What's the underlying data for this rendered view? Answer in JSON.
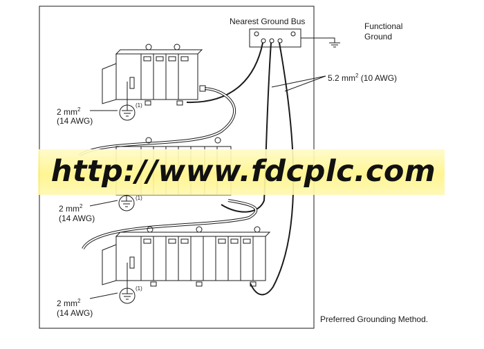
{
  "labels": {
    "ground_bus": "Nearest Ground Bus",
    "functional_line1": "Functional",
    "functional_line2": "Ground",
    "wire_main_prefix": "5.2 mm",
    "wire_main_sup": "2",
    "wire_main_suffix": " (10 AWG)",
    "wire_chassis_prefix": "2 mm",
    "wire_chassis_sup": "2",
    "wire_chassis_awg": "(14 AWG)",
    "footnote_marker": "(1)",
    "caption": "Preferred Grounding Method."
  },
  "watermark": "http://www.fdcplc.com",
  "colors": {
    "line": "#1a1a1a",
    "watermark_band": "#fff48a"
  }
}
